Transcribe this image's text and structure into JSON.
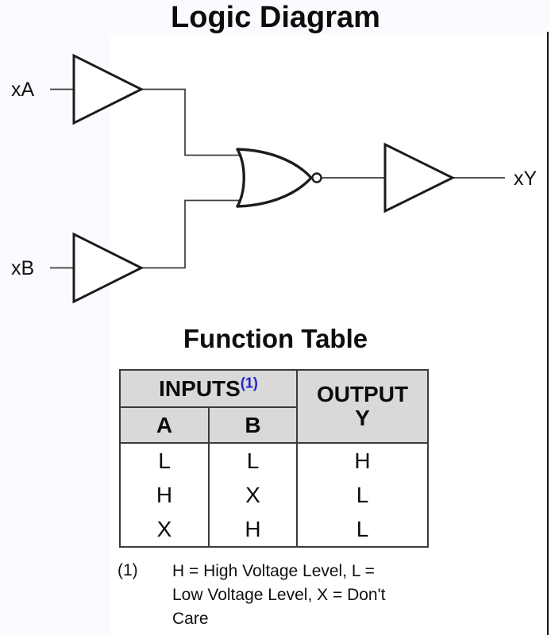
{
  "page": {
    "logic_diagram_title": "Logic Diagram",
    "function_table_title": "Function Table"
  },
  "diagram": {
    "input_a_label": "xA",
    "input_b_label": "xB",
    "output_label": "xY",
    "gates": [
      "input-buffer-a",
      "input-buffer-b",
      "nor-gate",
      "output-buffer"
    ]
  },
  "function_table": {
    "header": {
      "inputs_label": "INPUTS",
      "inputs_footnote_ref": "(1)",
      "output_label": "OUTPUT",
      "output_signal": "Y",
      "input_a": "A",
      "input_b": "B"
    },
    "rows": [
      {
        "a": "L",
        "b": "L",
        "y": "H"
      },
      {
        "a": "H",
        "b": "X",
        "y": "L"
      },
      {
        "a": "X",
        "b": "H",
        "y": "L"
      }
    ]
  },
  "footnote": {
    "marker": "(1)",
    "text": "H = High Voltage Level, L =\nLow Voltage Level, X = Don't\nCare"
  },
  "colors": {
    "footnote_ref_blue": "#2222cc",
    "table_header_bg": "#d9d9d9",
    "line_color": "#1c1c1c",
    "border_color": "#3a3a3a"
  }
}
